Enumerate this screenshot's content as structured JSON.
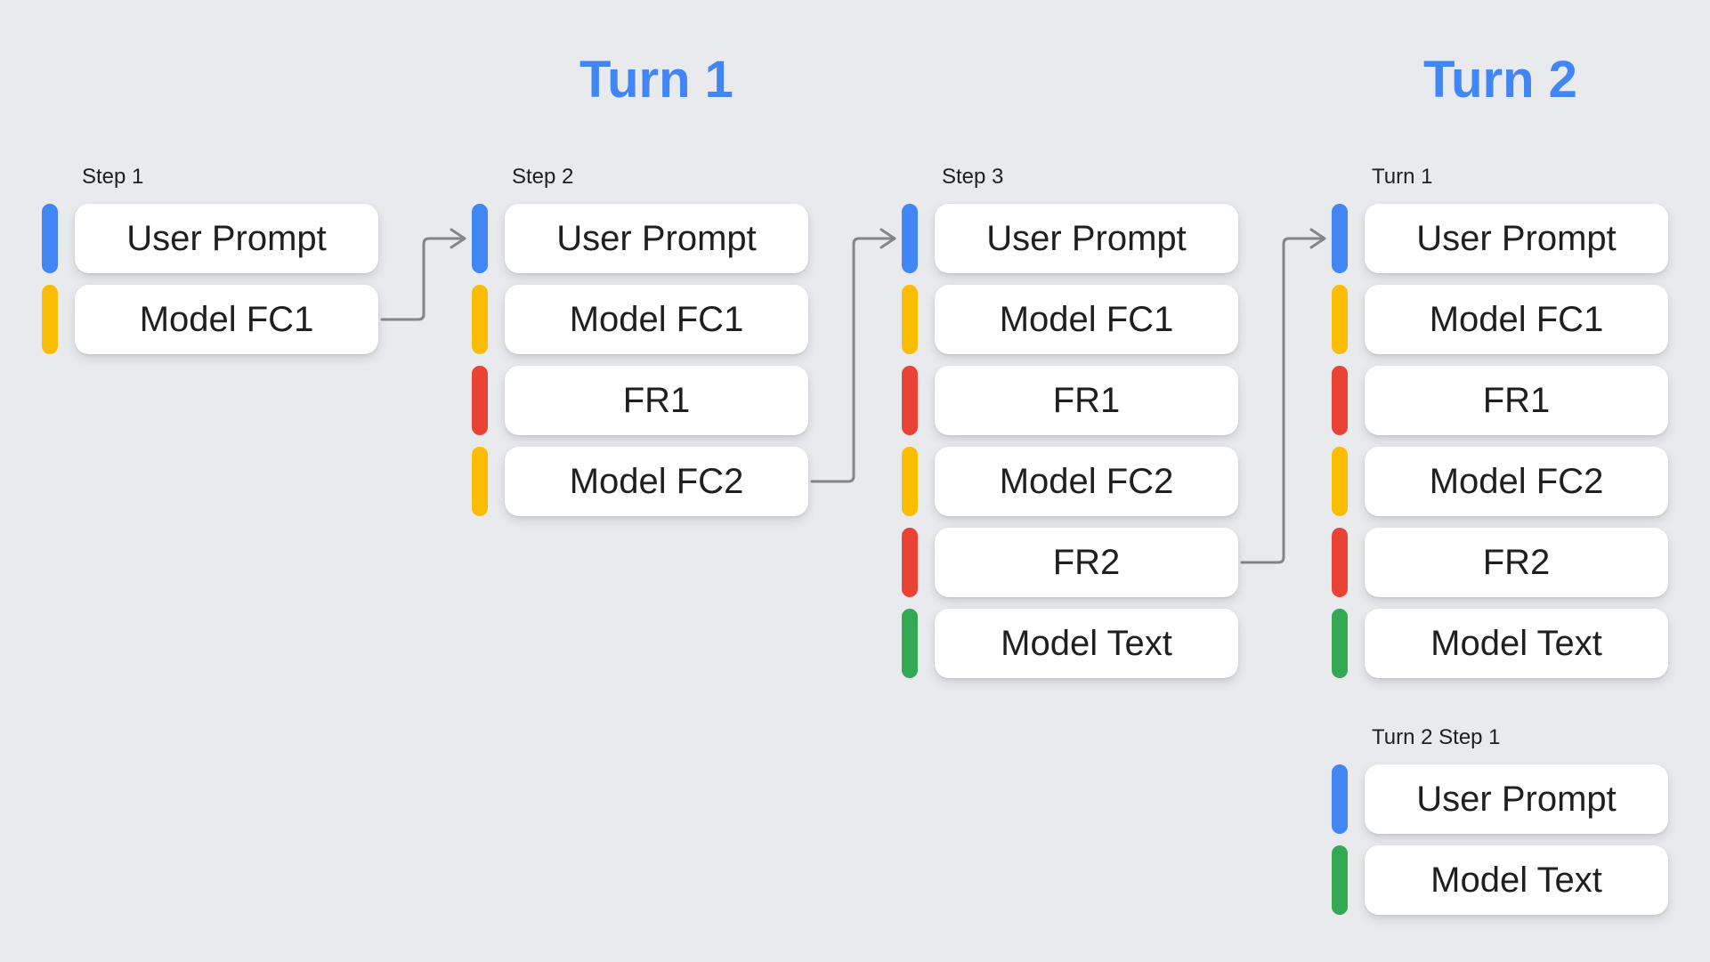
{
  "headers": {
    "turn1": "Turn 1",
    "turn2": "Turn 2"
  },
  "palette": {
    "header_text": "#4285F4",
    "user_prompt": "#4285F4",
    "model_function_call": "#FBBC04",
    "function_response": "#EA4335",
    "model_text": "#34A853",
    "arrow": "#80868B",
    "card_background": "#FFFFFF",
    "text": "#1F1F1F",
    "canvas_background": "#E8EAED"
  },
  "columns": [
    {
      "label": "Step 1",
      "items": [
        {
          "text": "User Prompt",
          "kind": "user_prompt"
        },
        {
          "text": "Model FC1",
          "kind": "model_function_call"
        }
      ]
    },
    {
      "label": "Step 2",
      "items": [
        {
          "text": "User Prompt",
          "kind": "user_prompt"
        },
        {
          "text": "Model FC1",
          "kind": "model_function_call"
        },
        {
          "text": "FR1",
          "kind": "function_response"
        },
        {
          "text": "Model FC2",
          "kind": "model_function_call"
        }
      ]
    },
    {
      "label": "Step 3",
      "items": [
        {
          "text": "User Prompt",
          "kind": "user_prompt"
        },
        {
          "text": "Model FC1",
          "kind": "model_function_call"
        },
        {
          "text": "FR1",
          "kind": "function_response"
        },
        {
          "text": "Model FC2",
          "kind": "model_function_call"
        },
        {
          "text": "FR2",
          "kind": "function_response"
        },
        {
          "text": "Model Text",
          "kind": "model_text"
        }
      ]
    },
    {
      "label": "Turn 1",
      "items": [
        {
          "text": "User Prompt",
          "kind": "user_prompt"
        },
        {
          "text": "Model FC1",
          "kind": "model_function_call"
        },
        {
          "text": "FR1",
          "kind": "function_response"
        },
        {
          "text": "Model FC2",
          "kind": "model_function_call"
        },
        {
          "text": "FR2",
          "kind": "function_response"
        },
        {
          "text": "Model Text",
          "kind": "model_text"
        }
      ]
    },
    {
      "label": "Turn 2 Step 1",
      "items": [
        {
          "text": "User Prompt",
          "kind": "user_prompt"
        },
        {
          "text": "Model Text",
          "kind": "model_text"
        }
      ]
    }
  ],
  "arrows": [
    {
      "from_col": 0,
      "from_row": 1,
      "to_col": 1,
      "to_row": 0
    },
    {
      "from_col": 1,
      "from_row": 3,
      "to_col": 2,
      "to_row": 0
    },
    {
      "from_col": 2,
      "from_row": 4,
      "to_col": 3,
      "to_row": 0
    }
  ]
}
